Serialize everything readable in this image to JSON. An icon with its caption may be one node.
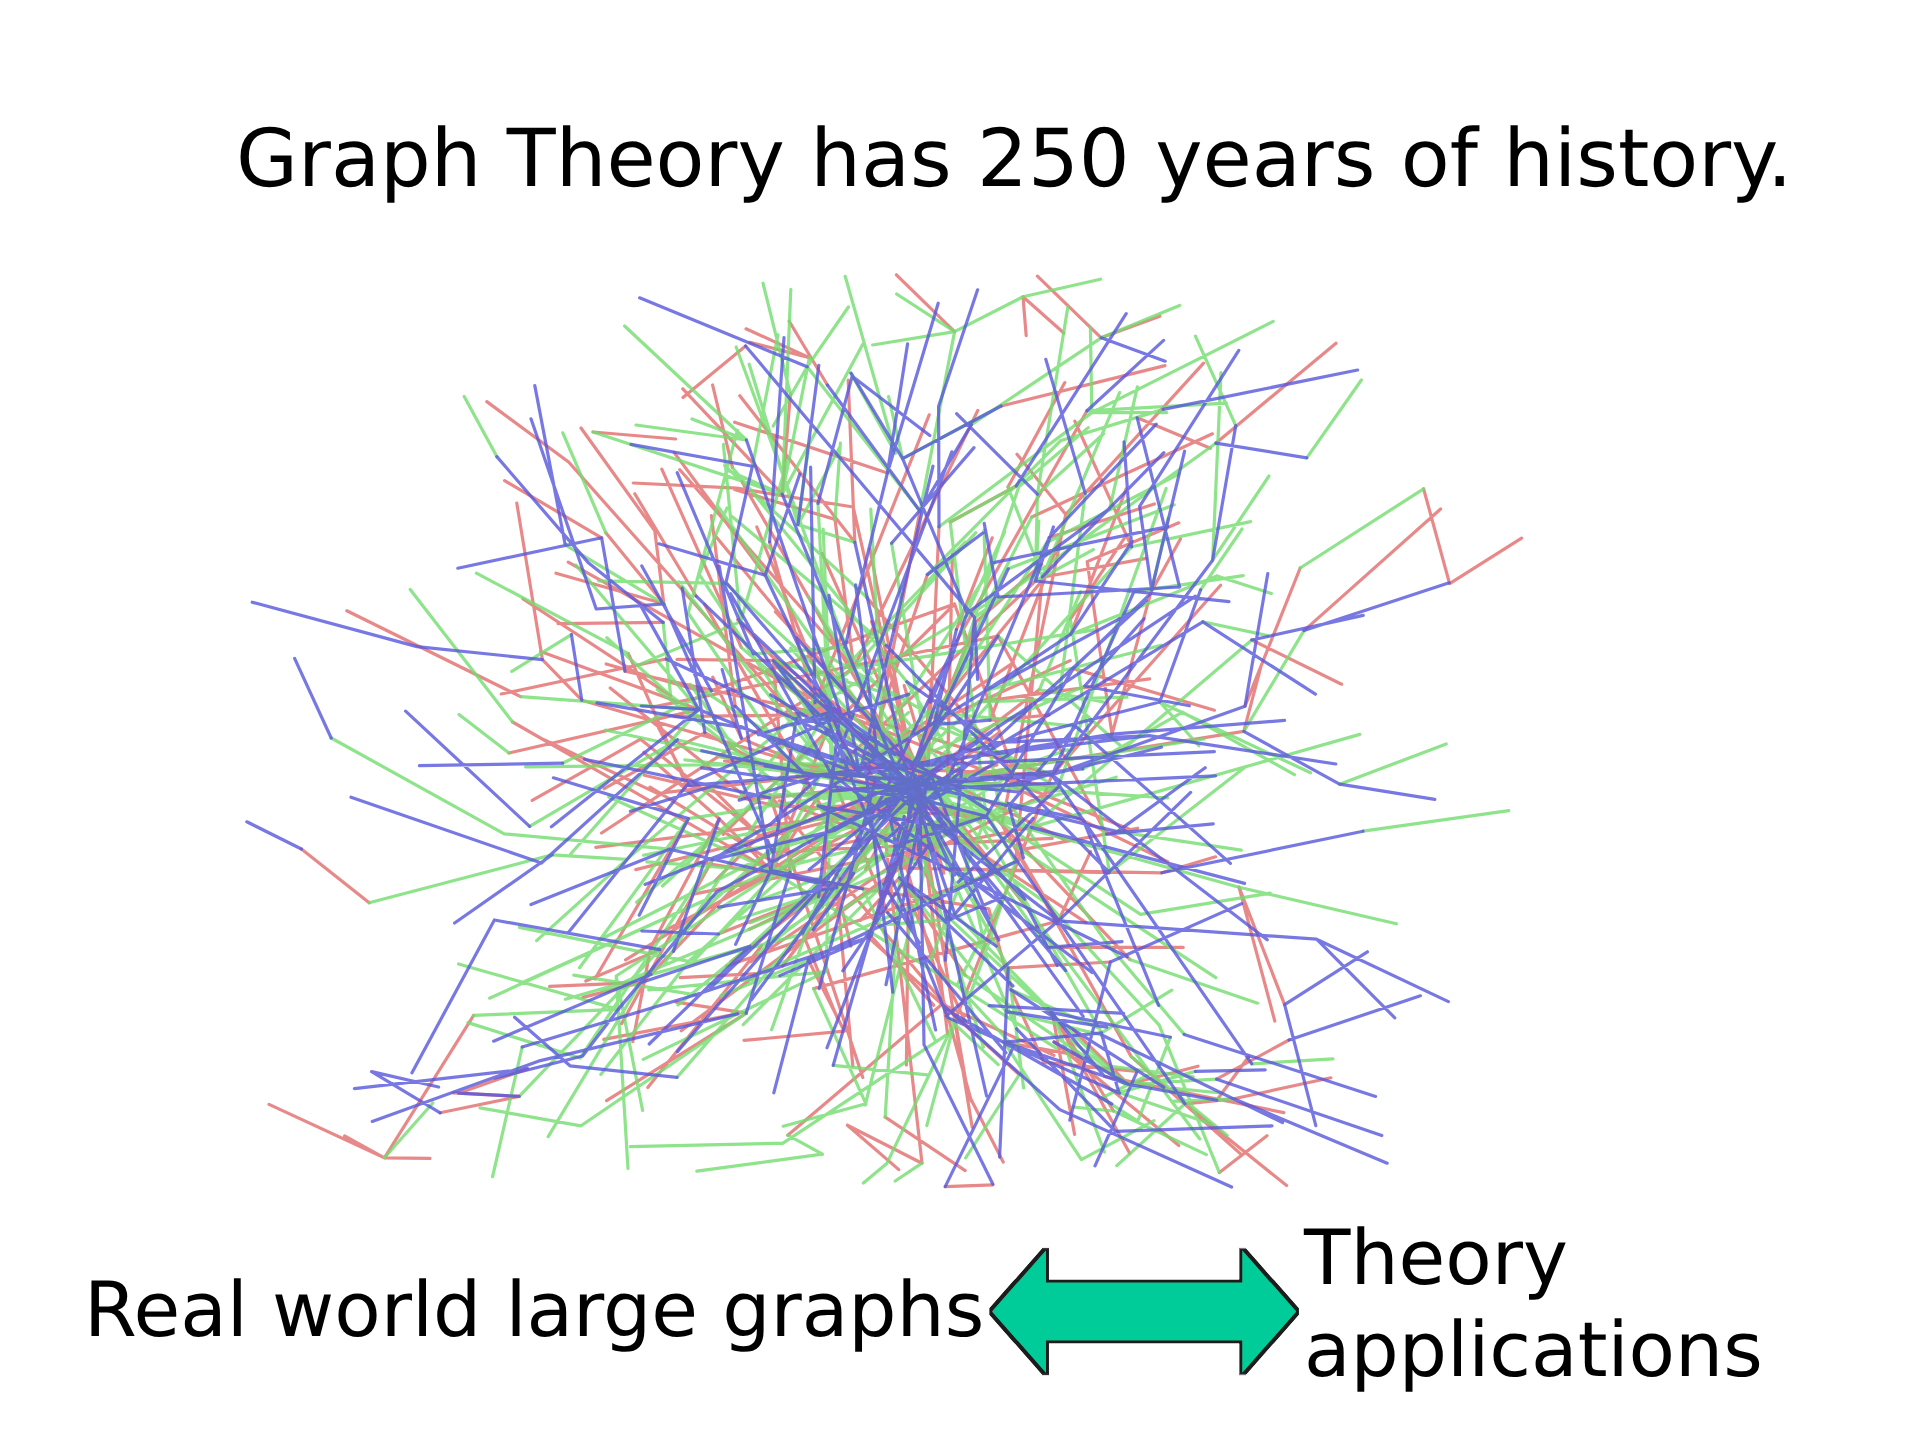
{
  "diagram": {
    "title": "Graph Theory has 250 years of history.",
    "nodes": [
      {
        "text": [
          "Real world large graphs"
        ]
      },
      {
        "text": [
          "Theory applications"
        ]
      }
    ],
    "edges": [
      {
        "from": 0,
        "to": 1,
        "arrow": "both",
        "color": "#00cc99"
      }
    ]
  }
}
